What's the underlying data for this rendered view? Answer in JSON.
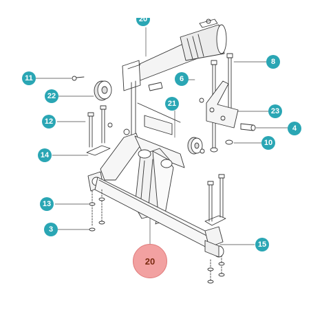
{
  "colors": {
    "callout_fill": "#2aa6b4",
    "highlight_fill": "#f2a1a1",
    "highlight_text": "#7a2a10",
    "line": "#333333"
  },
  "callouts": [
    {
      "id": "c20-top",
      "label": "20"
    },
    {
      "id": "c8",
      "label": "8"
    },
    {
      "id": "c11",
      "label": "11"
    },
    {
      "id": "c6",
      "label": "6"
    },
    {
      "id": "c22",
      "label": "22"
    },
    {
      "id": "c21",
      "label": "21"
    },
    {
      "id": "c23",
      "label": "23"
    },
    {
      "id": "c12",
      "label": "12"
    },
    {
      "id": "c4",
      "label": "4"
    },
    {
      "id": "c10",
      "label": "10"
    },
    {
      "id": "c14",
      "label": "14"
    },
    {
      "id": "c13",
      "label": "13"
    },
    {
      "id": "c3",
      "label": "3"
    },
    {
      "id": "c15",
      "label": "15"
    },
    {
      "id": "c20-main",
      "label": "20",
      "highlighted": true
    }
  ]
}
